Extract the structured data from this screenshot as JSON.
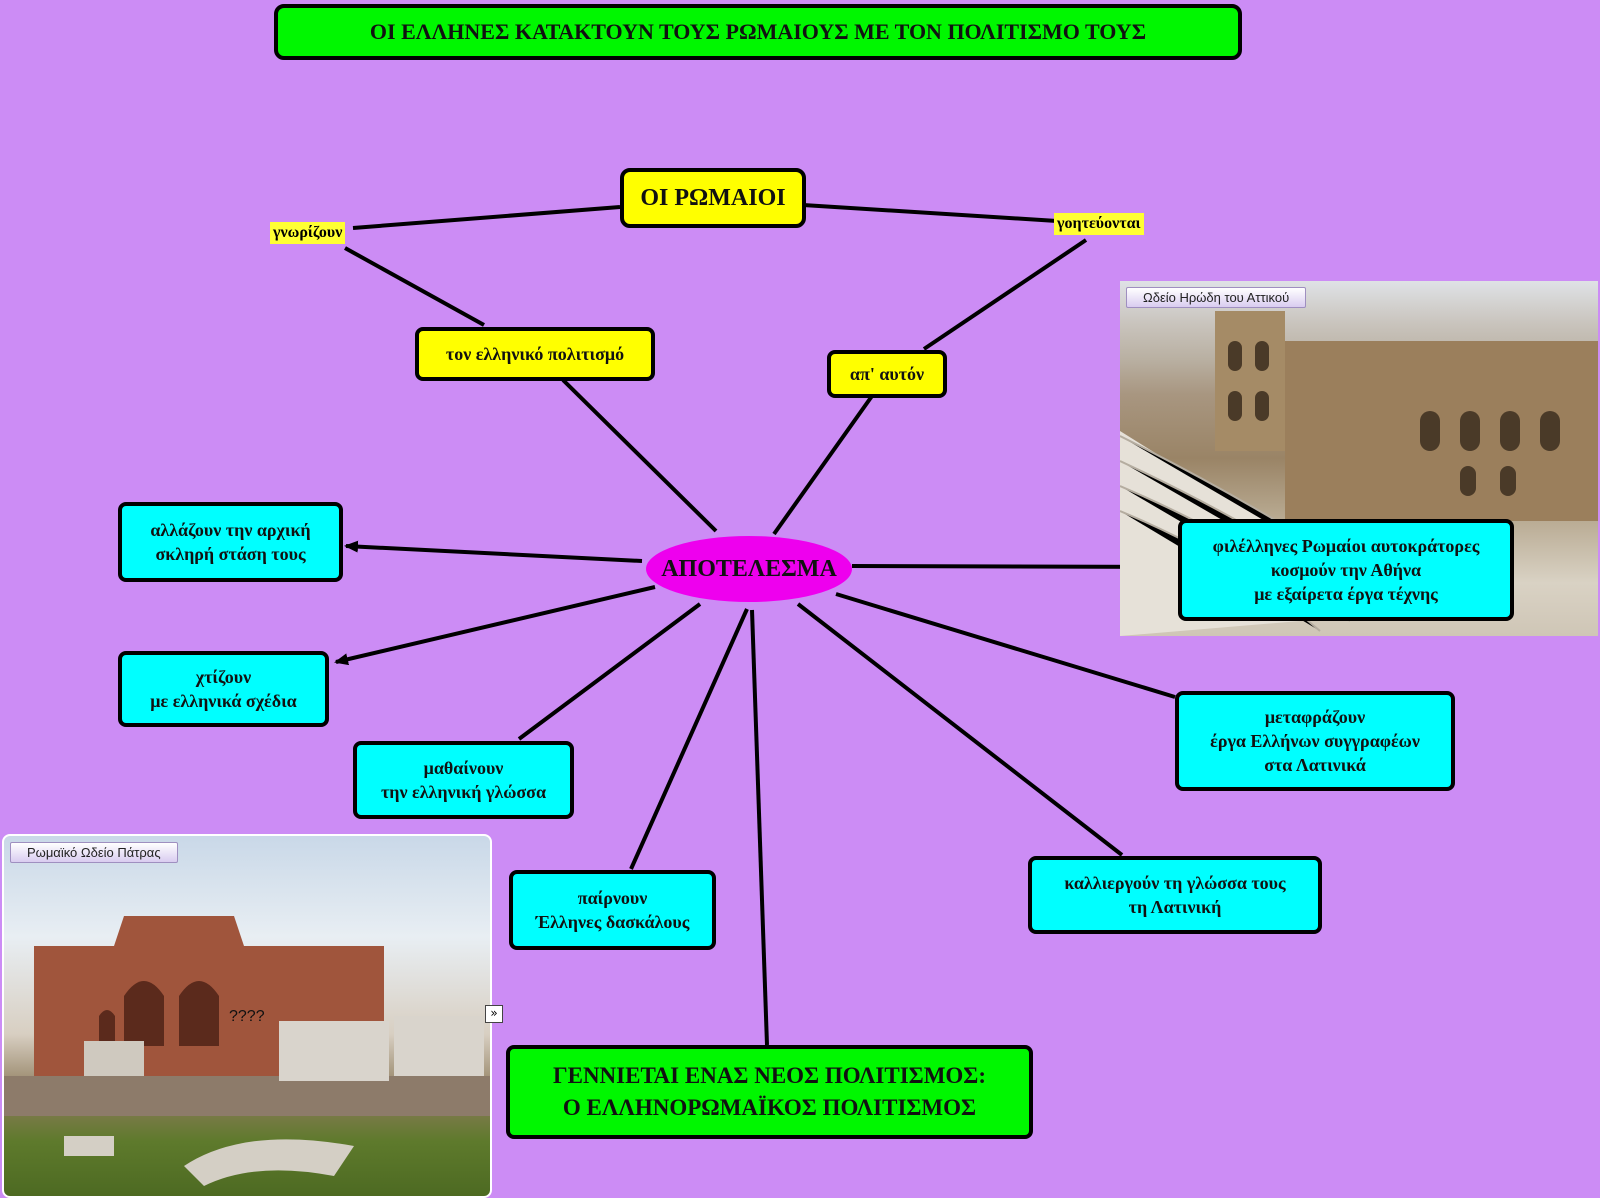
{
  "title": "ΟΙ ΕΛΛΗΝΕΣ ΚΑΤΑΚΤΟΥΝ ΤΟΥΣ ΡΩΜΑΙΟΥΣ ΜΕ ΤΟΝ ΠΟΛΙΤΙΣΜΟ ΤΟΥΣ",
  "romans": "ΟΙ ΡΩΜΑΙΟΙ",
  "verb_left": "γνωρίζουν",
  "verb_right": "γοητεύονται",
  "greek_culture": "τον ελληνικό πολιτισμό",
  "from_it": "απ' αυτόν",
  "result": "ΑΠΟΤΕΛΕΣΜΑ",
  "outcomes": {
    "change_attitude": [
      "αλλάζουν την αρχική",
      "σκληρή στάση τους"
    ],
    "build": [
      "χτίζουν",
      "με ελληνικά σχέδια"
    ],
    "learn": [
      "μαθαίνουν",
      "την ελληνική γλώσσα"
    ],
    "teachers": [
      "παίρνουν",
      "Έλληνες δασκάλους"
    ],
    "emperors": [
      "φιλέλληνες Ρωμαίοι αυτοκράτορες",
      "κοσμούν την Αθήνα",
      "με εξαίρετα έργα τέχνης"
    ],
    "translate": [
      "μεταφράζουν",
      "έργα Ελλήνων συγγραφέων",
      "στα Λατινικά"
    ],
    "latin": [
      "καλλιεργούν τη γλώσσα τους",
      "τη Λατινική"
    ]
  },
  "new_civ": [
    "ΓΕΝΝΙΕΤΑΙ ΕΝΑΣ ΝΕΟΣ ΠΟΛΙΤΙΣΜΟΣ:",
    "Ο ΕΛΛΗΝΟΡΩΜΑΪΚΟΣ ΠΟΛΙΤΙΣΜΟΣ"
  ],
  "photo_athens_caption": "Ωδείο Ηρώδη του Αττικού",
  "photo_patras_caption": "Ρωμαϊκό Ωδείο Πάτρας",
  "photo_patras_marks": "????",
  "colors": {
    "background": "#cc8cf5",
    "green": "#00f700",
    "yellow": "#ffff00",
    "cyan": "#00ffff",
    "magenta": "#ee00ee"
  }
}
